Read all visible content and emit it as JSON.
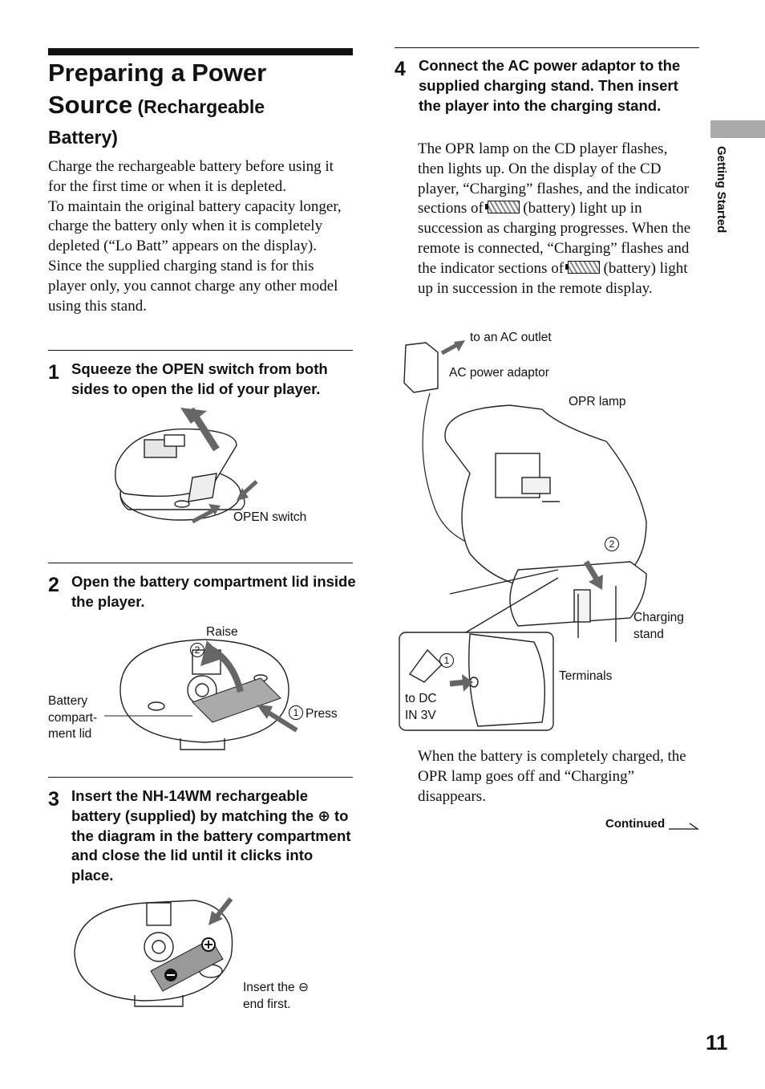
{
  "title": {
    "main_line1": "Preparing a Power",
    "main_line2": "Source",
    "sub_line2": " (Rechargeable",
    "sub_line3": "Battery)"
  },
  "intro_paragraphs": [
    "Charge the rechargeable battery before using it for the first time or when it is depleted.",
    "To maintain the original battery capacity longer, charge the battery only when it is completely depleted (“Lo Batt” appears on the display).",
    "Since the supplied charging stand is for this player only, you cannot charge any other model using this stand."
  ],
  "steps": [
    {
      "number": "1",
      "text": "Squeeze the OPEN switch from both sides to open the lid of your player."
    },
    {
      "number": "2",
      "text": "Open the battery compartment lid inside the player."
    },
    {
      "number": "3",
      "text_before": "Insert the NH-14WM rechargeable battery (supplied) by matching the ",
      "plus_symbol": "⊕",
      "text_after": " to the diagram in the battery compartment and close the lid until it clicks into place."
    },
    {
      "number": "4",
      "text": "Connect the AC power adaptor to the supplied charging stand.  Then insert the player into the charging stand."
    }
  ],
  "step4_body": {
    "part1": "The OPR lamp on the CD player flashes, then lights up. On the display of the CD player, “Charging” flashes, and the indicator sections of ",
    "part2": " (battery) light up in succession as charging progresses. When the remote is connected, “Charging” flashes and the indicator sections of ",
    "part3": " (battery) light up in succession in the remote display."
  },
  "figure1_labels": {
    "open_switch": "OPEN switch"
  },
  "figure2_labels": {
    "raise": "Raise",
    "press": "Press",
    "battery_line1": "Battery",
    "battery_line2": "compart-",
    "battery_line3": "ment lid",
    "num1": "1",
    "num2": "2"
  },
  "figure3_labels": {
    "insert_line1_before": "Insert the ",
    "minus_symbol": "⊖",
    "insert_line2": "end first."
  },
  "figure4_labels": {
    "ac_outlet": "to an AC outlet",
    "ac_adaptor": "AC power adaptor",
    "opr_lamp": "OPR lamp",
    "charging_line1": "Charging",
    "charging_line2": "stand",
    "terminals": "Terminals",
    "dc_line1": "to DC",
    "dc_line2": "IN 3V",
    "num1": "1",
    "num2": "2"
  },
  "completion_text": "When the battery is completely charged, the OPR lamp goes off and “Charging” disappears.",
  "continued": "Continued",
  "side_tab": "Getting Started",
  "page_number": "11"
}
